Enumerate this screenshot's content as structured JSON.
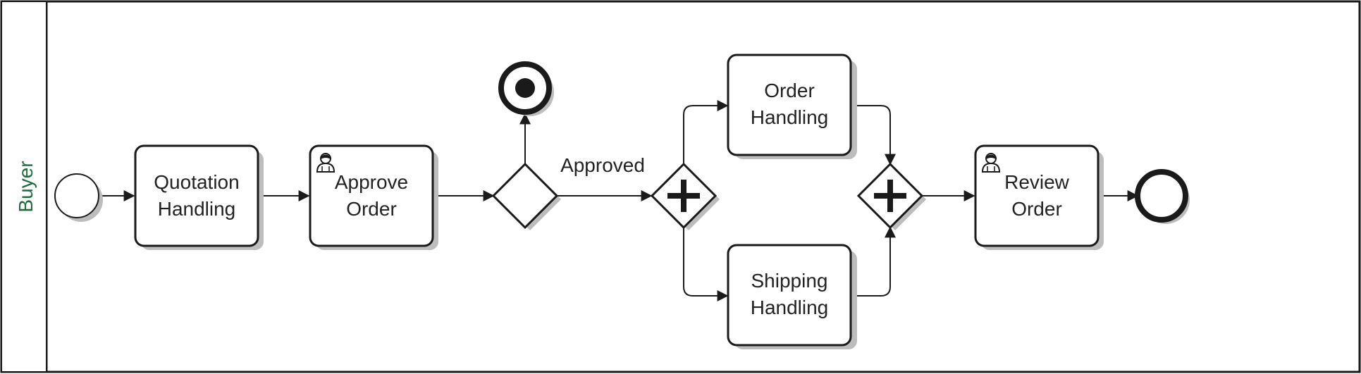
{
  "pool": {
    "lane_label": "Buyer"
  },
  "tasks": {
    "quotation": {
      "line1": "Quotation",
      "line2": "Handling"
    },
    "approve": {
      "line1": "Approve",
      "line2": "Order",
      "type_icon": "user-icon"
    },
    "order_handling": {
      "line1": "Order",
      "line2": "Handling"
    },
    "shipping_handling": {
      "line1": "Shipping",
      "line2": "Handling"
    },
    "review": {
      "line1": "Review",
      "line2": "Order",
      "type_icon": "user-icon"
    }
  },
  "flows": {
    "approved_label": "Approved"
  },
  "gateways": {
    "decision": {
      "type": "exclusive"
    },
    "split": {
      "type": "parallel"
    },
    "join": {
      "type": "parallel"
    }
  },
  "events": {
    "start": {
      "type": "start"
    },
    "terminate": {
      "type": "terminate-end"
    },
    "end": {
      "type": "end"
    }
  }
}
